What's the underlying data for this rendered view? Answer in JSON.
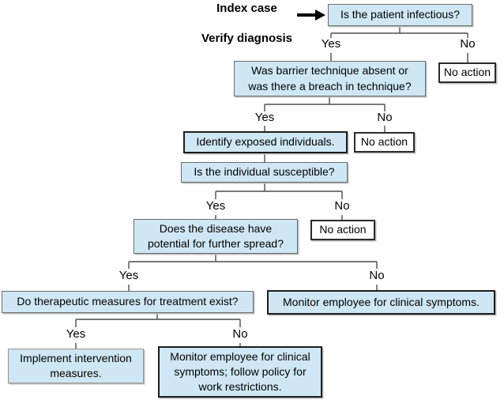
{
  "diagram": {
    "annotation": {
      "line1": "Index case",
      "line2": "Verify diagnosis"
    },
    "branch_labels": {
      "yes": "Yes",
      "no": "No"
    },
    "nodes": {
      "q_infectious": "Is the patient infectious?",
      "q_barrier": "Was barrier technique absent or\nwas there a breach in technique?",
      "na_top": "No action",
      "identify_exposed": "Identify exposed individuals.",
      "na_mid": "No action",
      "q_susceptible": "Is the individual susceptible?",
      "q_spread": "Does the disease have\npotential for further spread?",
      "na_bottom": "No action",
      "q_treatment": "Do therapeutic measures for treatment exist?",
      "monitor_symptoms": "Monitor employee for clinical symptoms.",
      "implement_intervention": "Implement intervention\nmeasures.",
      "monitor_follow_policy": "Monitor employee for clinical\nsymptoms; follow policy for\nwork restrictions."
    },
    "colors": {
      "box_fill": "#cfe7f4",
      "box_border": "#6b6b6b",
      "emphasis_border": "#1c1c1c",
      "no_action_fill": "#ffffff",
      "no_action_border": "#2b2b2b",
      "connector": "#4d4d4d",
      "text": "#000000",
      "arrow": "#000000"
    }
  }
}
